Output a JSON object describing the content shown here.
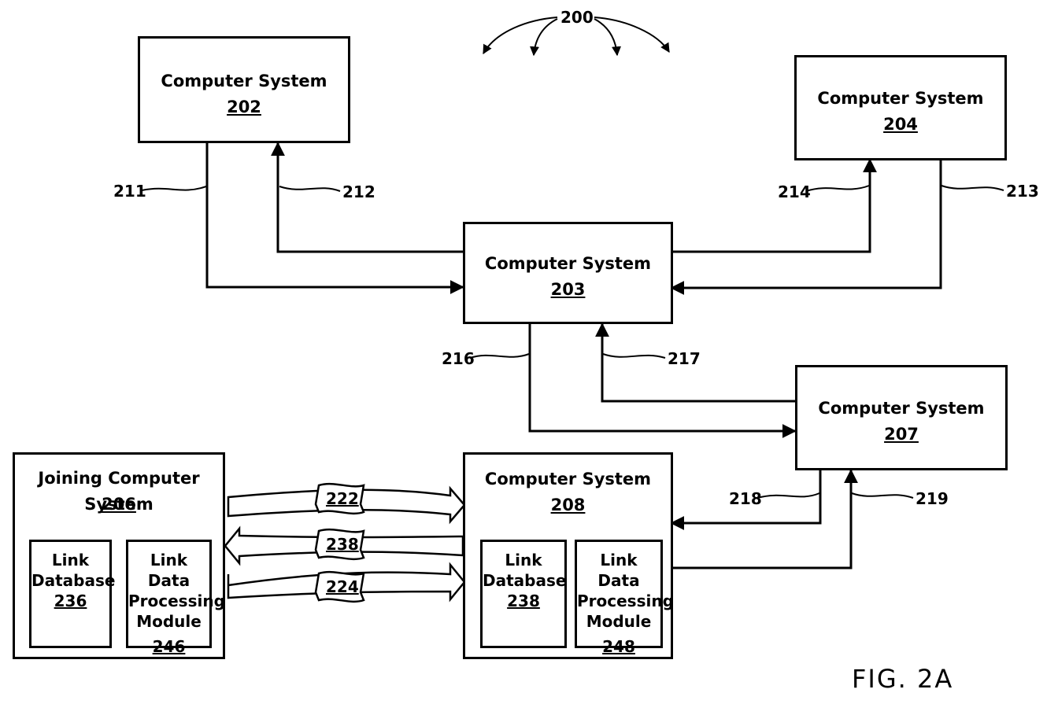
{
  "figure": {
    "ref": "200",
    "label": "FIG. 2A"
  },
  "systems": {
    "cs202": {
      "title": "Computer System",
      "ref": "202"
    },
    "cs203": {
      "title": "Computer System",
      "ref": "203"
    },
    "cs204": {
      "title": "Computer System",
      "ref": "204"
    },
    "cs207": {
      "title": "Computer System",
      "ref": "207"
    },
    "cs206": {
      "title": "Joining Computer System",
      "ref": "206"
    },
    "cs208": {
      "title": "Computer System",
      "ref": "208"
    }
  },
  "modules": {
    "db236": {
      "line1": "Link",
      "line2": "Database",
      "ref": "236"
    },
    "proc246": {
      "line1": "Link Data",
      "line2": "Processing",
      "line3": "Module",
      "ref": "246"
    },
    "db238": {
      "line1": "Link",
      "line2": "Database",
      "ref": "238"
    },
    "proc248": {
      "line1": "Link Data",
      "line2": "Processing",
      "line3": "Module",
      "ref": "248"
    }
  },
  "connections": {
    "c211": "211",
    "c212": "212",
    "c213": "213",
    "c214": "214",
    "c216": "216",
    "c217": "217",
    "c218": "218",
    "c219": "219"
  },
  "messages": {
    "m222": "222",
    "m238": "238",
    "m224": "224"
  }
}
